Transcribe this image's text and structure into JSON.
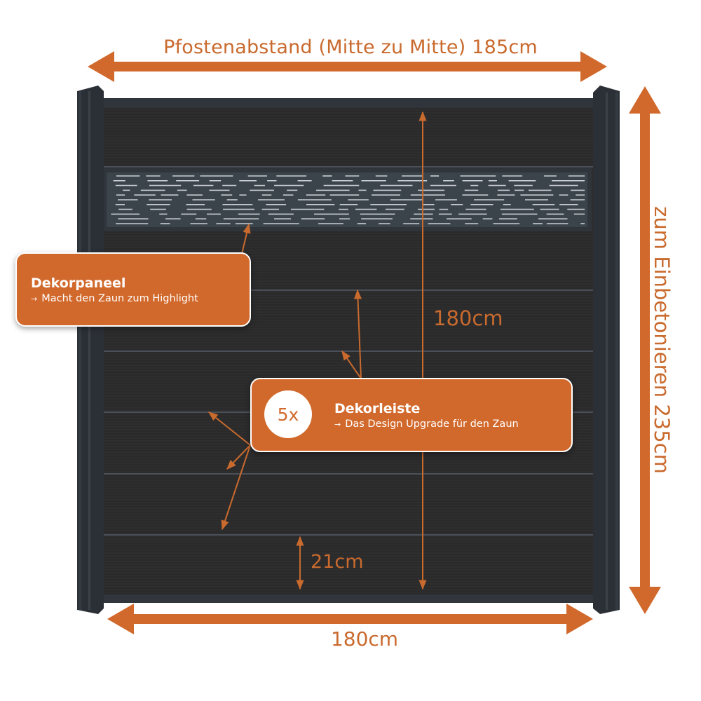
{
  "dimensions": {
    "post_spacing_label": "Pfostenabstand (Mitte zu Mitte) 185cm",
    "width_label": "180cm",
    "height_label": "180cm",
    "board_height_label": "21cm",
    "embed_label": "zum Einbetonieren 235cm"
  },
  "callouts": {
    "panel": {
      "title": "Dekorpaneel",
      "subtitle": "Macht den Zaun zum Highlight",
      "arrow_glyph": "→"
    },
    "strip": {
      "badge": "5x",
      "title": "Dekorleiste",
      "subtitle": "Das Design Upgrade für den Zaun",
      "arrow_glyph": "→"
    }
  },
  "colors": {
    "accent": "#d2692c",
    "post": "#2b3036",
    "board": "#2a2a2b",
    "panel": "#3a4148"
  }
}
